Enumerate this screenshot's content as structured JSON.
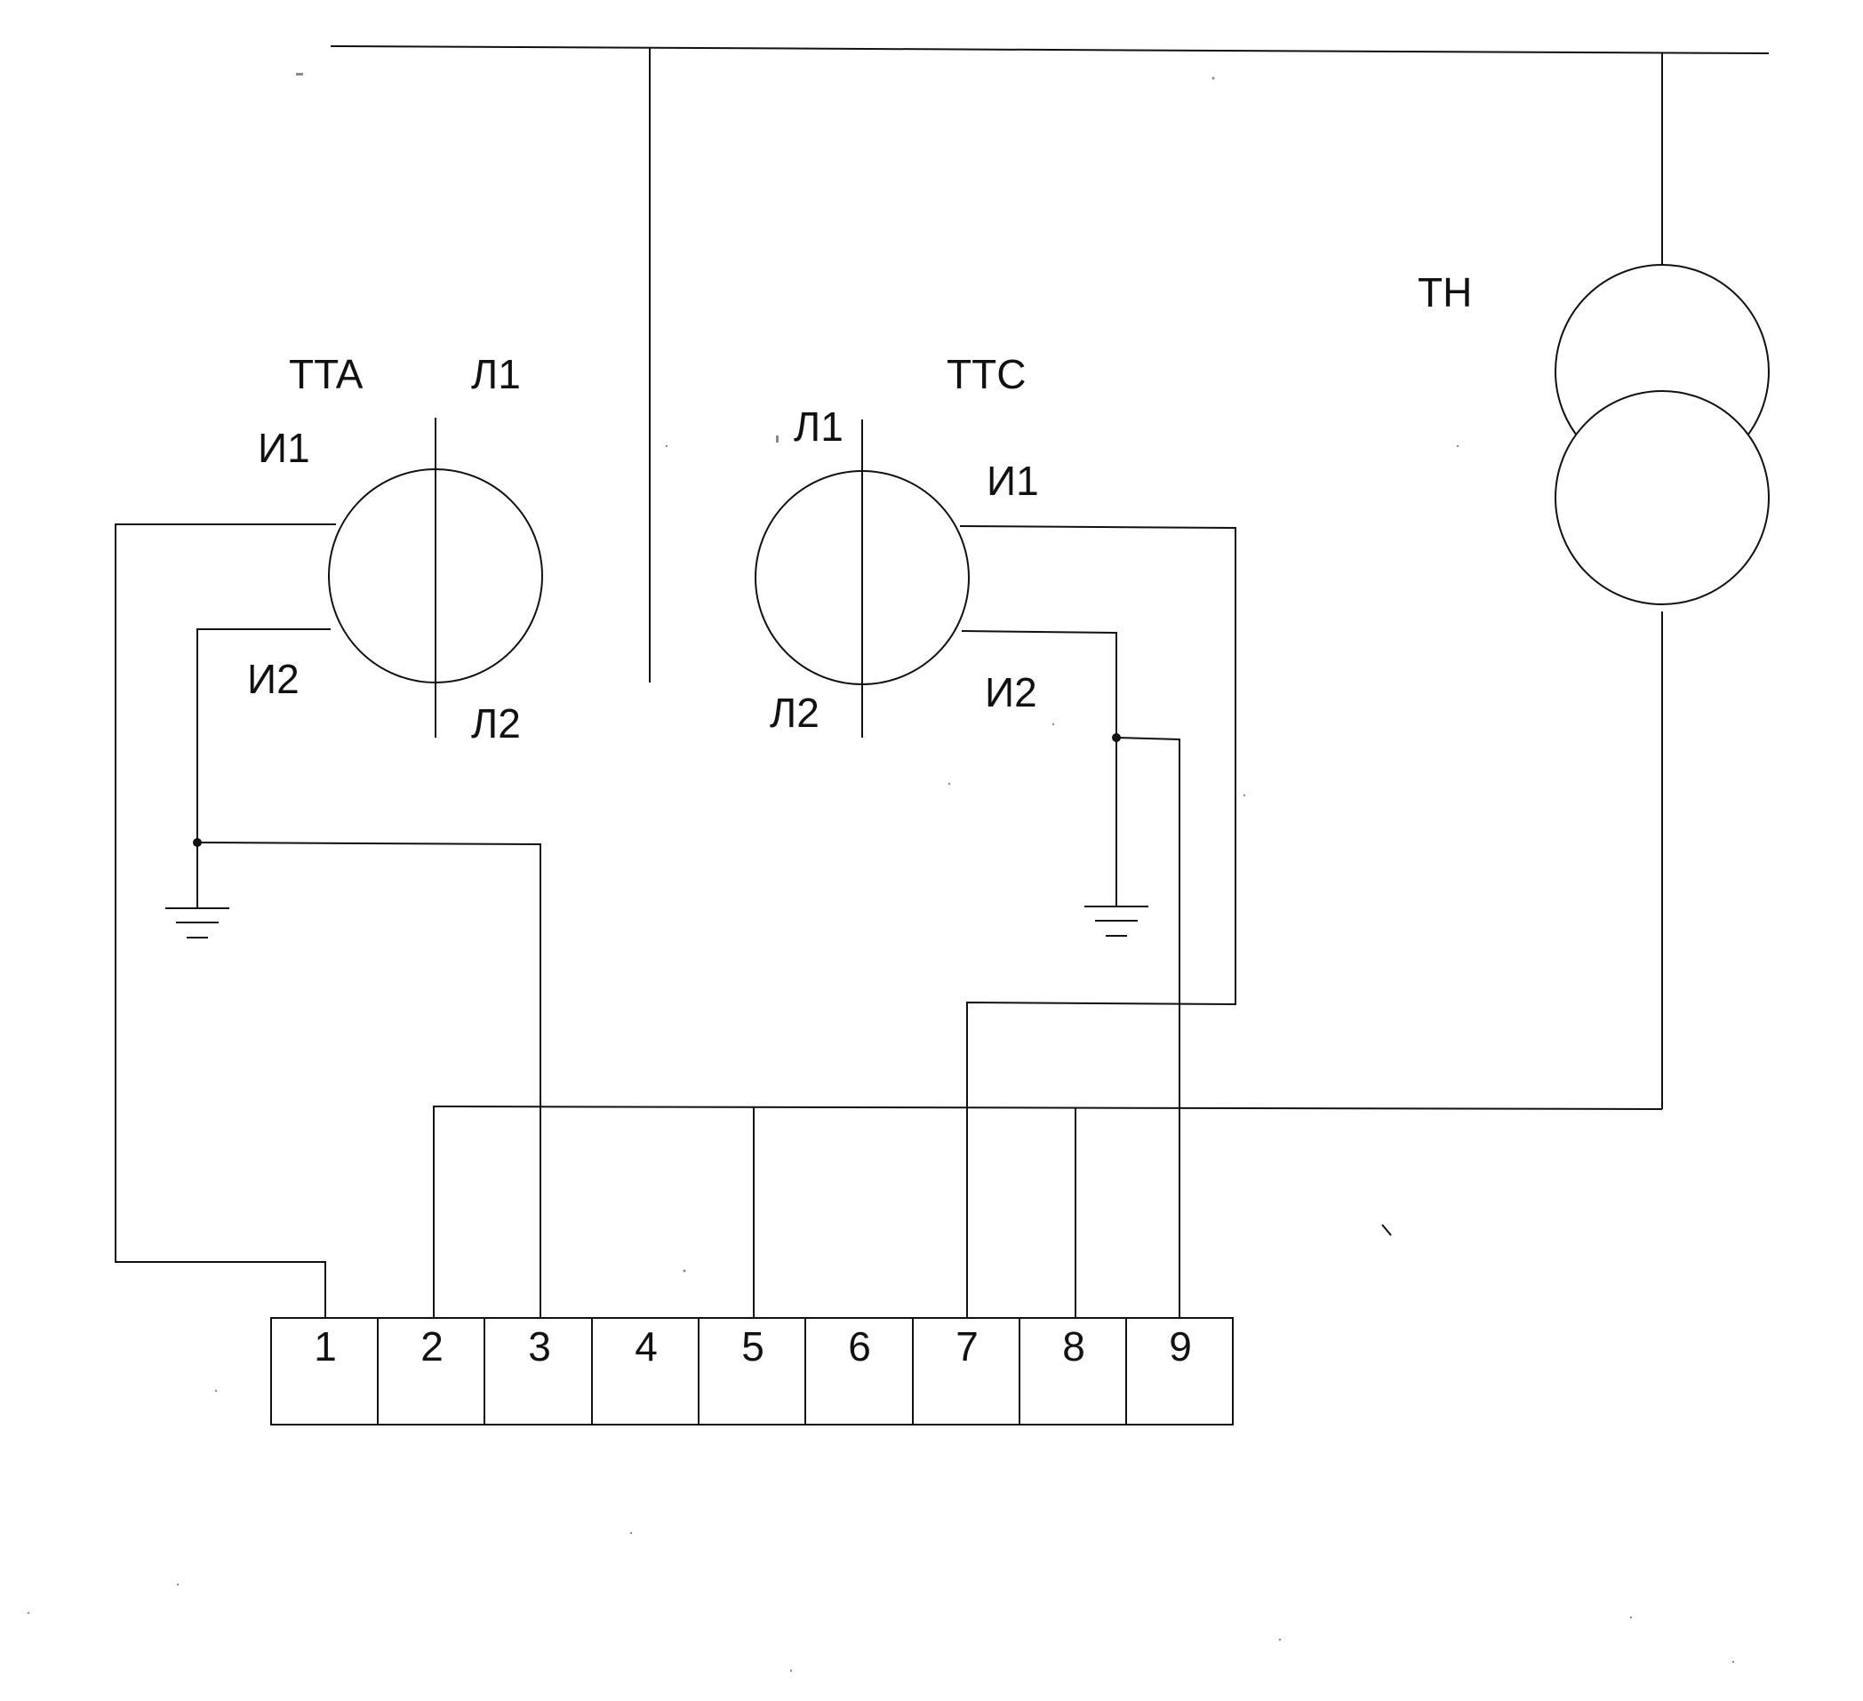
{
  "diagram": {
    "tta": {
      "name": "TTA",
      "line_top": "Л1",
      "line_bottom": "Л2",
      "winding_start": "И1",
      "winding_end": "И2"
    },
    "ttc": {
      "name": "TTC",
      "line_top": "Л1",
      "line_bottom": "Л2",
      "winding_start": "И1",
      "winding_end": "И2"
    },
    "tn": {
      "name": "TH"
    },
    "terminal_block": {
      "terminals": [
        "1",
        "2",
        "3",
        "4",
        "5",
        "6",
        "7",
        "8",
        "9"
      ]
    }
  }
}
